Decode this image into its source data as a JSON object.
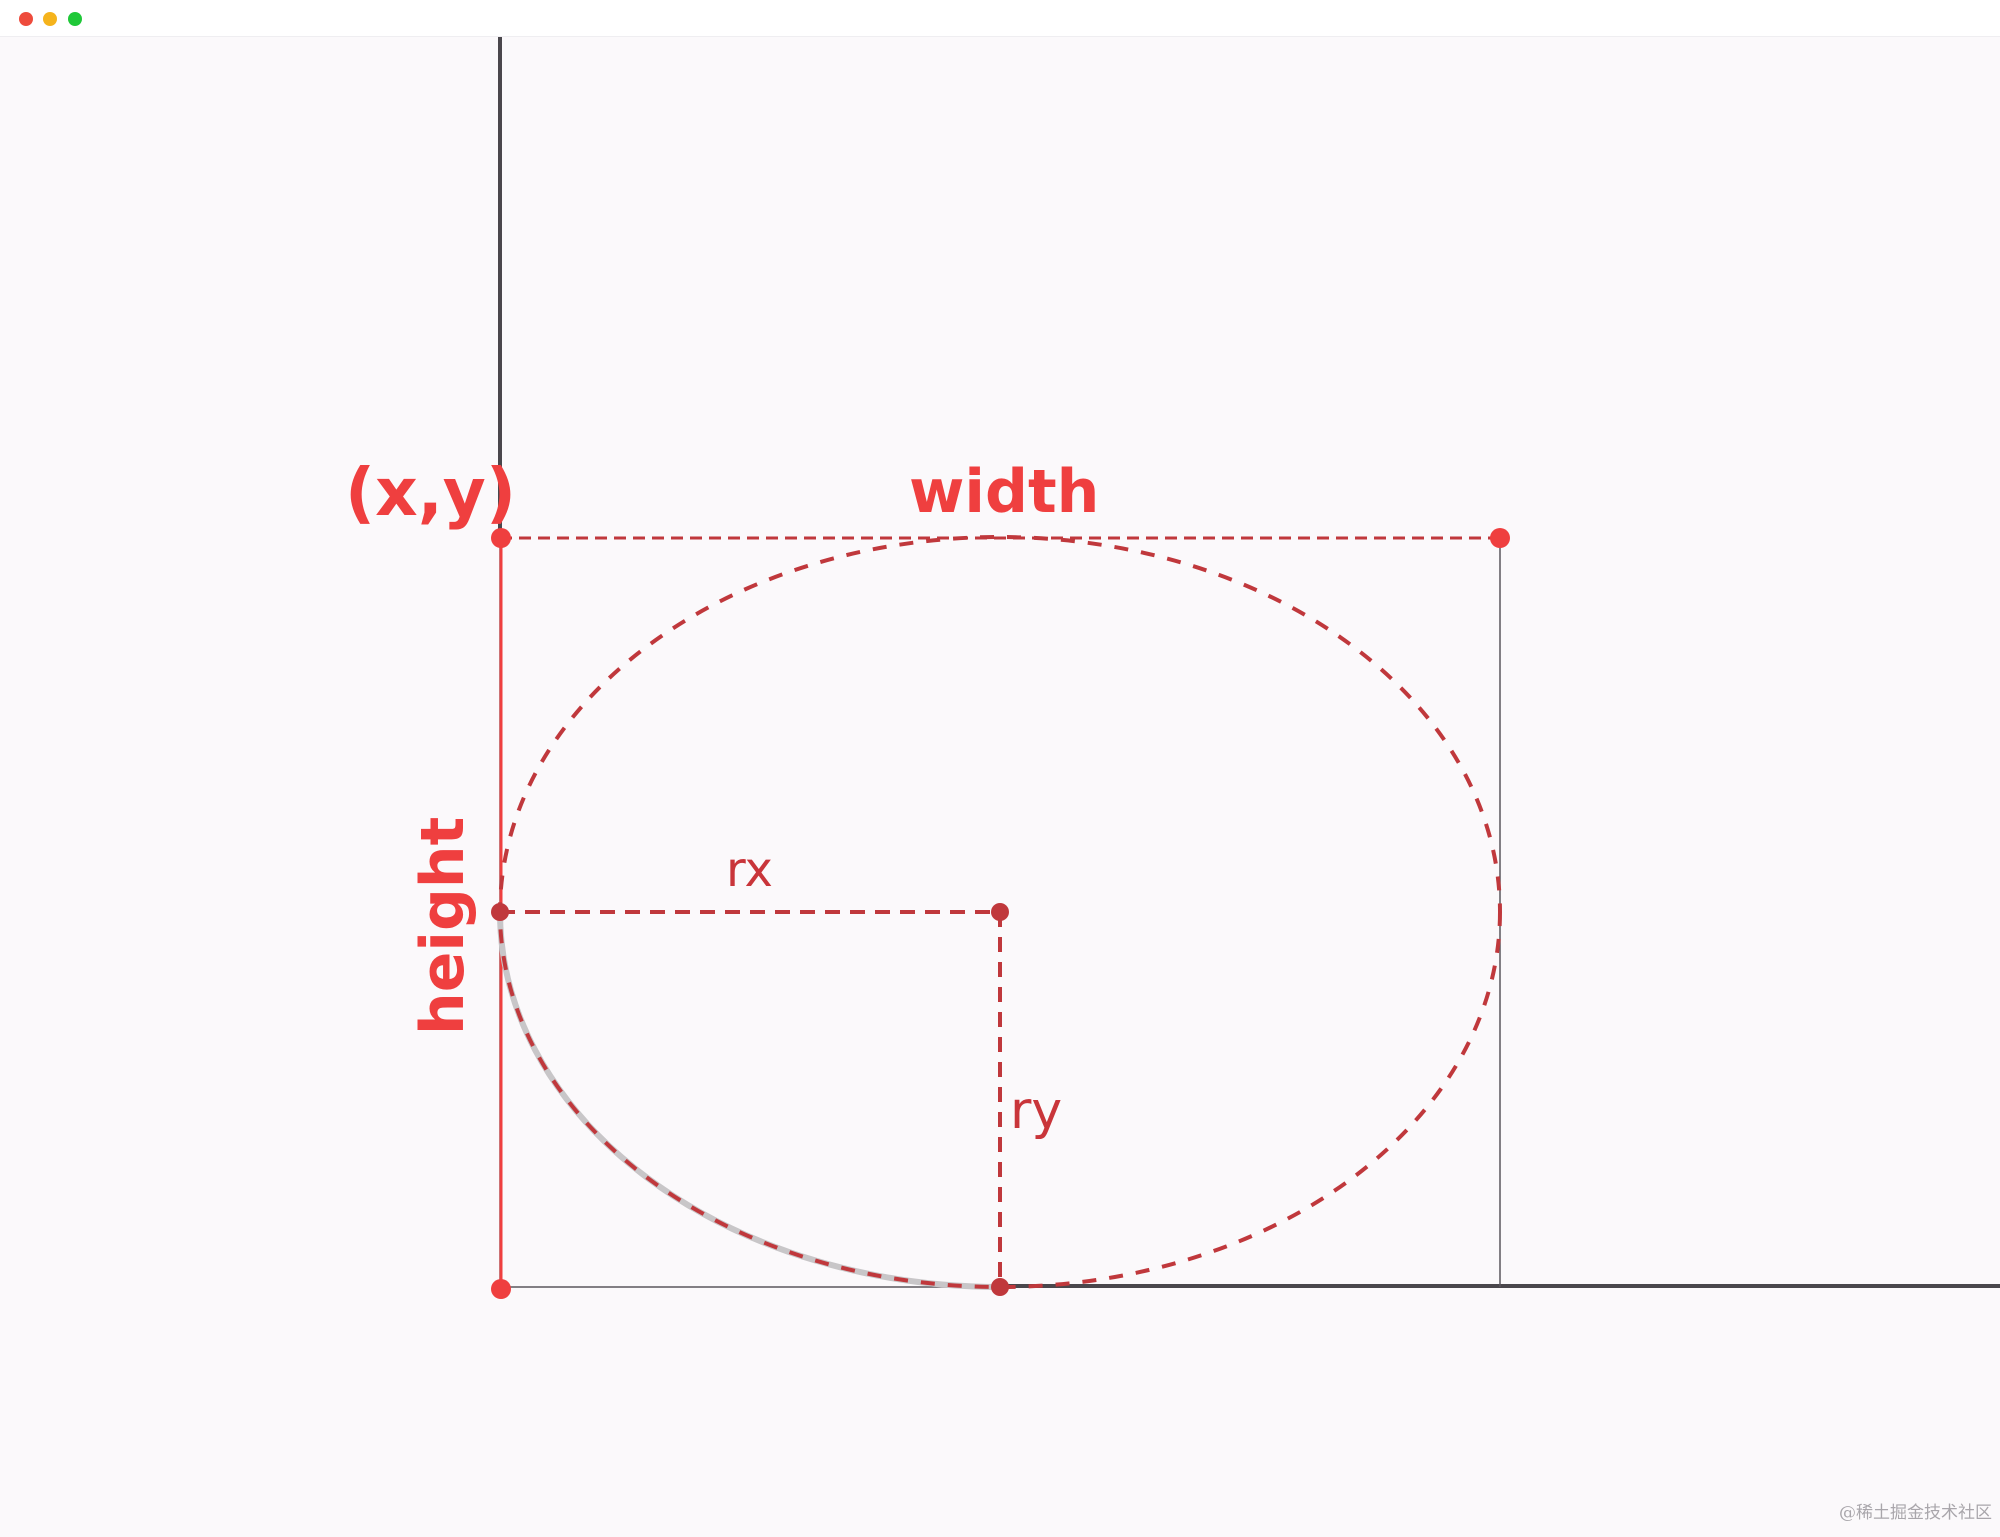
{
  "window": {
    "controls": [
      "close",
      "minimize",
      "maximize"
    ]
  },
  "diagram": {
    "labels": {
      "origin": "(x,y)",
      "width": "width",
      "height": "height",
      "rx": "rx",
      "ry": "ry"
    },
    "colors": {
      "accent": "#ef3f3f",
      "dashed": "#c0383c",
      "axis": "#4a474c",
      "arc_highlight": "#c8c6c8",
      "background": "#fbf9fb"
    }
  },
  "watermark": "@稀土掘金技术社区"
}
